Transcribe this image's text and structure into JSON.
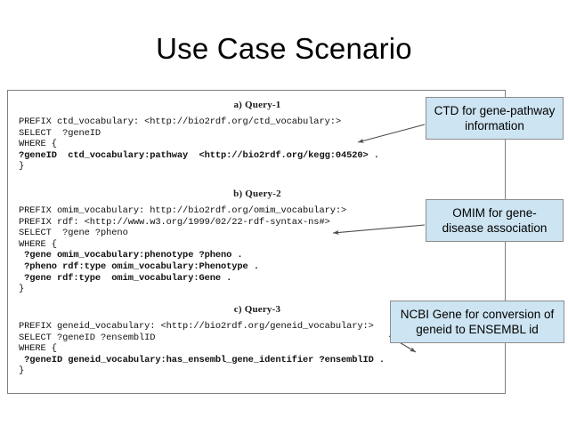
{
  "slide": {
    "title": "Use Case Scenario"
  },
  "figure": {
    "queries": [
      {
        "caption": "a) Query-1",
        "lines_plain": "PREFIX ctd_vocabulary: <http://bio2rdf.org/ctd_vocabulary:>\nSELECT  ?geneID\nWHERE {",
        "lines_bold": "?geneID  ctd_vocabulary:pathway  <http://bio2rdf.org/kegg:04520> .",
        "lines_close": "}"
      },
      {
        "caption": "b) Query-2",
        "lines_plain": "PREFIX omim_vocabulary: http://bio2rdf.org/omim_vocabulary:>\nPREFIX rdf: <http://www.w3.org/1999/02/22-rdf-syntax-ns#>\nSELECT  ?gene ?pheno\nWHERE {",
        "lines_bold": " ?gene omim_vocabulary:phenotype ?pheno .\n ?pheno rdf:type omim_vocabulary:Phenotype .\n ?gene rdf:type  omim_vocabulary:Gene .",
        "lines_close": "}"
      },
      {
        "caption": "c) Query-3",
        "lines_plain": "PREFIX geneid_vocabulary: <http://bio2rdf.org/geneid_vocabulary:>\nSELECT ?geneID ?ensemblID\nWHERE {",
        "lines_bold": " ?geneID geneid_vocabulary:has_ensembl_gene_identifier ?ensemblID .",
        "lines_close": "}"
      }
    ],
    "callouts": [
      {
        "label": "CTD for gene-pathway information"
      },
      {
        "label": "OMIM for gene-disease association"
      },
      {
        "label": "NCBI Gene for conversion of geneid to ENSEMBL id"
      }
    ]
  },
  "colors": {
    "callout_fill": "#cde4f2",
    "callout_border": "#8c8c8c",
    "frame_border": "#7f7f7f",
    "arrow": "#4d4d4d",
    "text": "#000000"
  }
}
